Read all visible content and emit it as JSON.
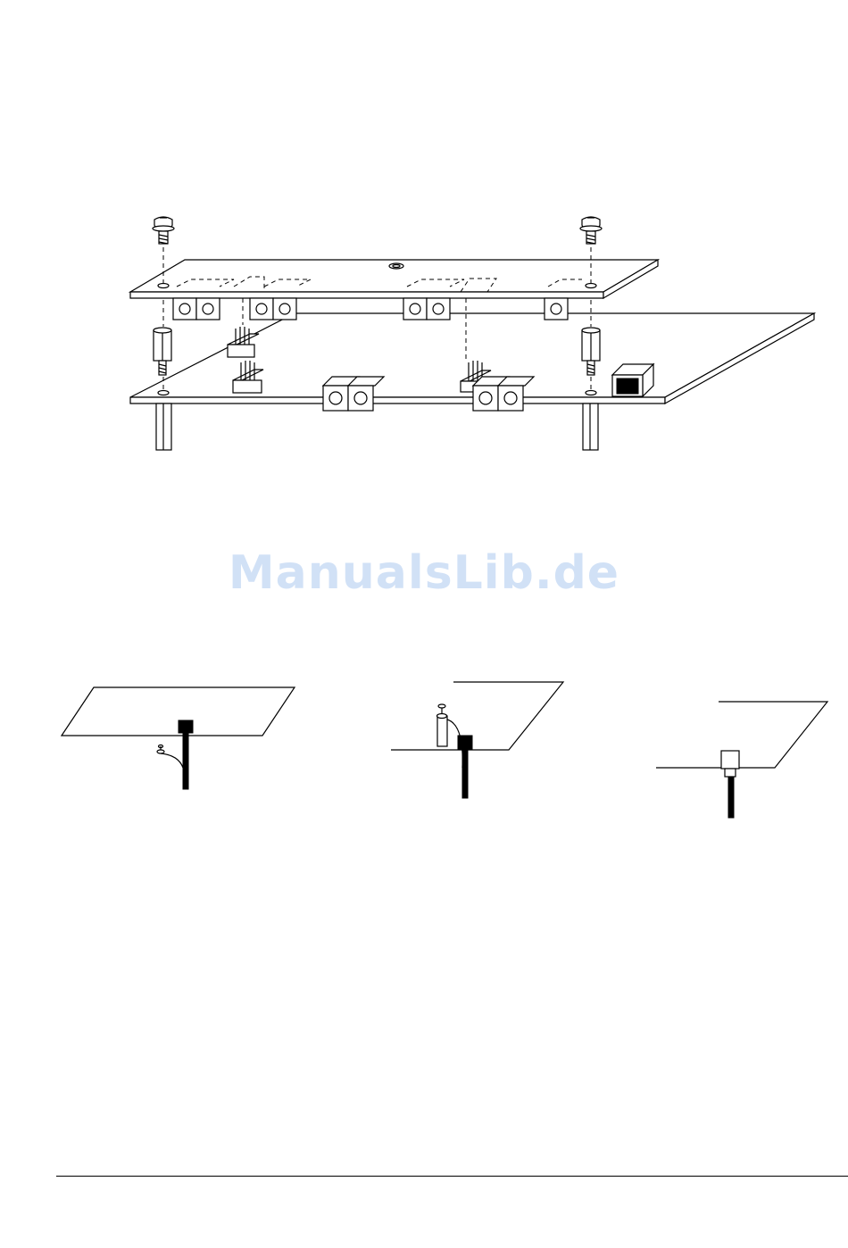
{
  "watermark": {
    "text": "ManualsLib.de",
    "color": "#c9dcf5"
  },
  "figure": {
    "main_assembly": {
      "boards": [
        "upper-board",
        "lower-board"
      ],
      "parts": [
        "screw",
        "screw",
        "standoff",
        "standoff",
        "standoff",
        "standoff",
        "pin-header",
        "pin-header",
        "pin-header",
        "square-jack"
      ]
    },
    "details": [
      "cable-detail-1",
      "cable-detail-2",
      "cable-detail-3"
    ],
    "line_color": "#000000",
    "fill_color": "#ffffff"
  }
}
